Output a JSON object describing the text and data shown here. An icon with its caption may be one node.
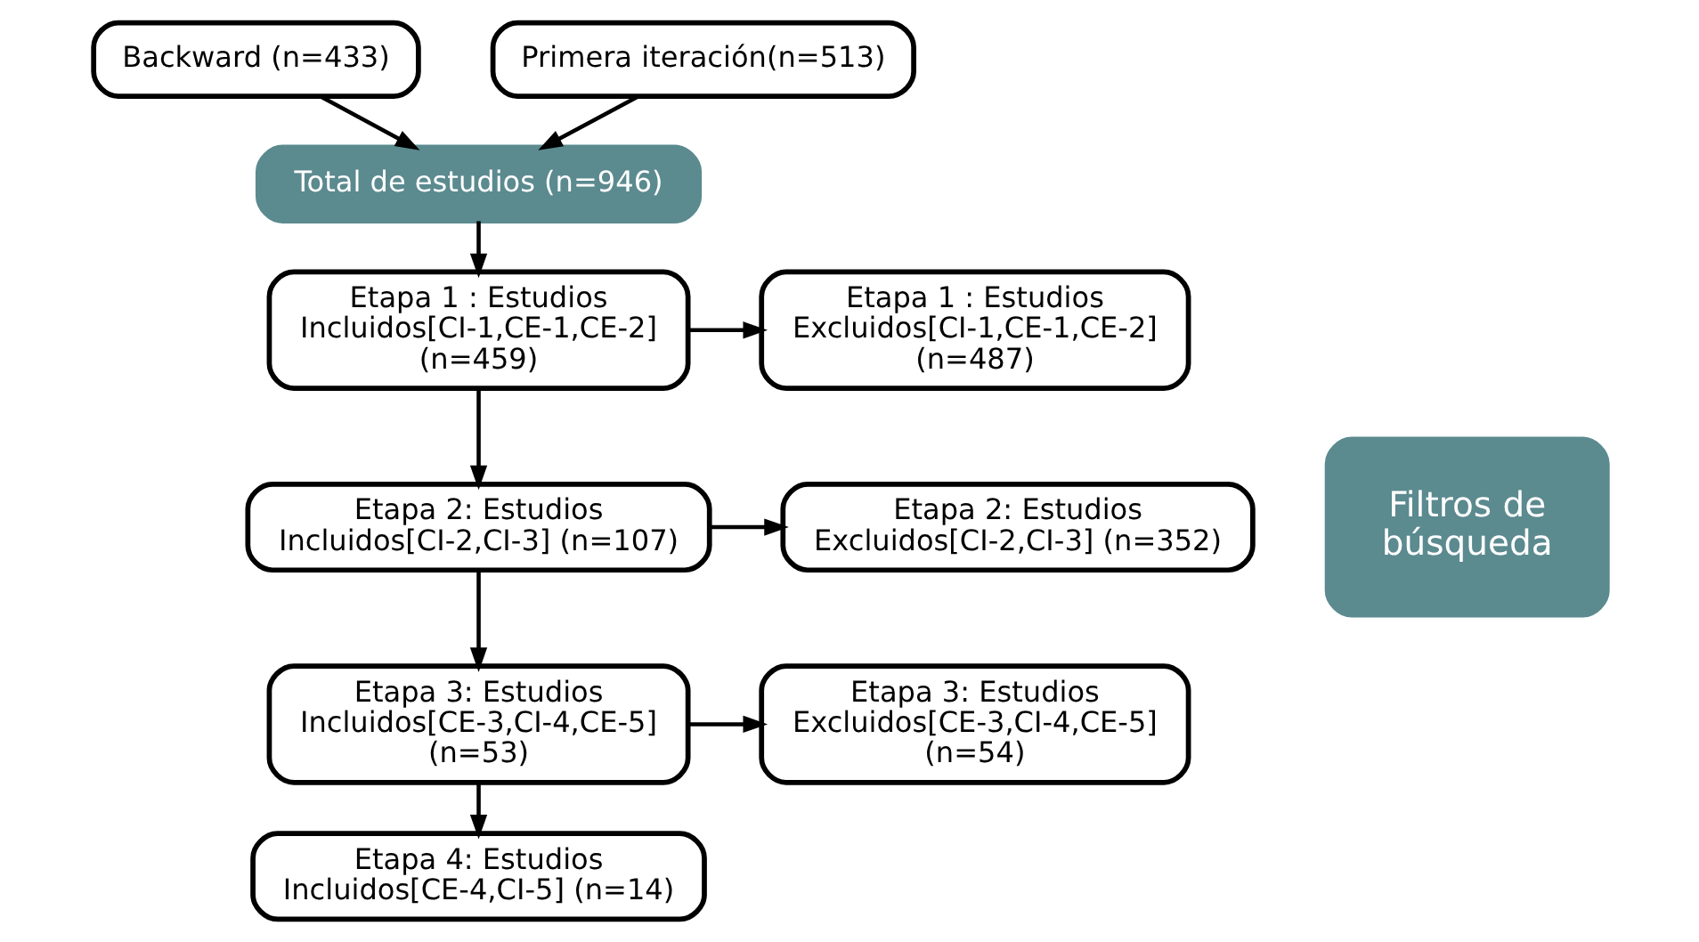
{
  "diagram": {
    "nodes": [
      {
        "text": [
          "Backward (n=433)"
        ]
      },
      {
        "text": [
          "Primera iteración(n=513)"
        ]
      },
      {
        "text": [
          "Total de estudios (n=946)"
        ]
      },
      {
        "text": [
          "Filtros de búsqueda"
        ]
      },
      {
        "text": [
          "Etapa 1 : Estudios Incluidos[CI-1,CE-1,CE-2] (n=459)"
        ]
      },
      {
        "text": [
          "Etapa 1 : Estudios Excluidos[CI-1,CE-1,CE-2] (n=487)"
        ]
      },
      {
        "text": [
          "Etapa 2: Estudios Incluidos[CI-2,CI-3] (n=107)"
        ]
      },
      {
        "text": [
          "Etapa 2: Estudios Excluidos[CI-2,CI-3] (n=352)"
        ]
      },
      {
        "text": [
          "Etapa 3: Estudios Incluidos[CE-3,CI-4,CE-5] (n=53)"
        ]
      },
      {
        "text": [
          "Etapa 3: Estudios Excluidos[CE-3,CI-4,CE-5] (n=54)"
        ]
      },
      {
        "text": [
          "Etapa 4: Estudios Incluidos[CE-4,CI-5] (n=14)"
        ]
      }
    ],
    "edges": [
      {
        "from": 0,
        "to": 2,
        "arrow": "to"
      },
      {
        "from": 1,
        "to": 2,
        "arrow": "to"
      },
      {
        "from": 2,
        "to": 4,
        "arrow": "to"
      },
      {
        "from": 4,
        "to": 5,
        "arrow": "to"
      },
      {
        "from": 4,
        "to": 6,
        "arrow": "to"
      },
      {
        "from": 6,
        "to": 7,
        "arrow": "to"
      },
      {
        "from": 6,
        "to": 8,
        "arrow": "to"
      },
      {
        "from": 8,
        "to": 9,
        "arrow": "to"
      },
      {
        "from": 8,
        "to": 10,
        "arrow": "to"
      }
    ]
  }
}
